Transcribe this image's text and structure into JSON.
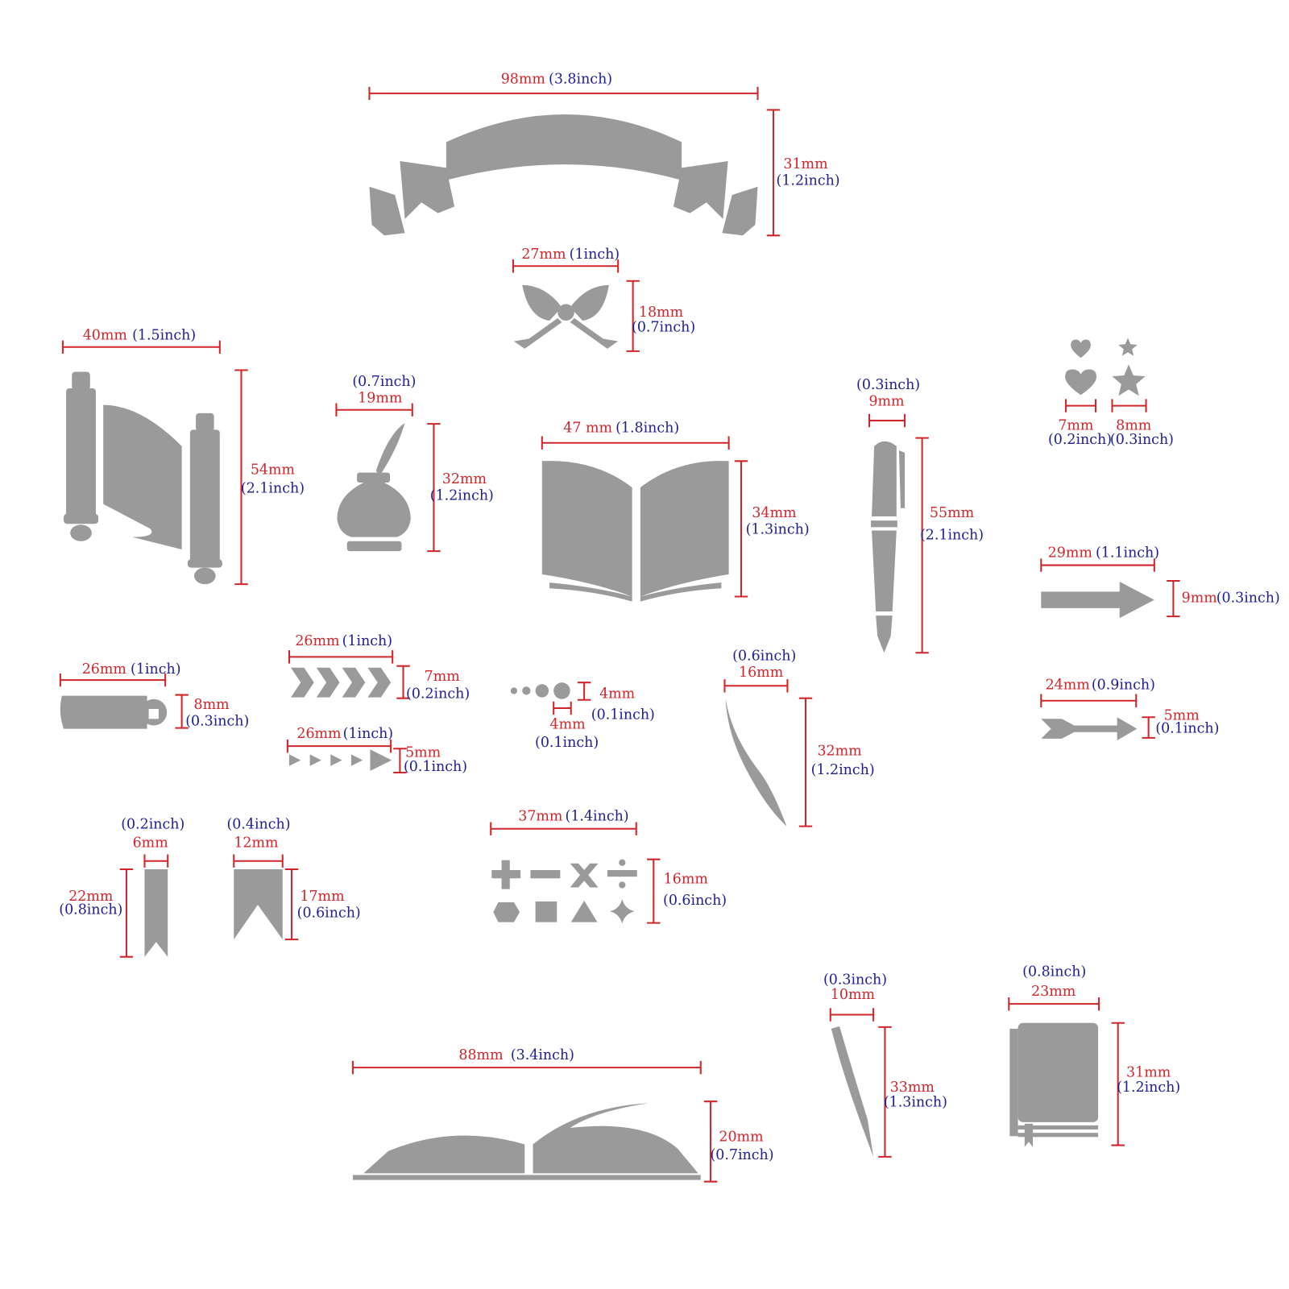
{
  "colors": {
    "mm": "#d0262b",
    "inch": "#1f1f8f",
    "shape": "#9a9a9a"
  },
  "items": {
    "banner": {
      "width": {
        "mm": "98mm",
        "inch": "(3.8inch)"
      },
      "height": {
        "mm": "31mm",
        "inch": "(1.2inch)"
      }
    },
    "bow": {
      "width": {
        "mm": "27mm",
        "inch": "(1inch)"
      },
      "height": {
        "mm": "18mm",
        "inch": "(0.7inch)"
      }
    },
    "scroll": {
      "width": {
        "mm": "40mm",
        "inch": "(1.5inch)"
      },
      "height": {
        "mm": "54mm",
        "inch": "(2.1inch)"
      }
    },
    "inkwell": {
      "width": {
        "mm": "19mm",
        "inch": "(0.7inch)"
      },
      "height": {
        "mm": "32mm",
        "inch": "(1.2inch)"
      }
    },
    "open_book": {
      "width": {
        "mm": "47 mm",
        "inch": "(1.8inch)"
      },
      "height": {
        "mm": "34mm",
        "inch": "(1.3inch)"
      }
    },
    "fountain_pen": {
      "width": {
        "mm": "9mm",
        "inch": "(0.3inch)"
      },
      "height": {
        "mm": "55mm",
        "inch": "(2.1inch)"
      }
    },
    "heart": {
      "width": {
        "mm": "7mm",
        "inch": "(0.2inch)"
      }
    },
    "star": {
      "width": {
        "mm": "8mm",
        "inch": "(0.3inch)"
      }
    },
    "big_arrow": {
      "width": {
        "mm": "29mm",
        "inch": "(1.1inch)"
      },
      "height": {
        "mm": "9mm",
        "inch": "(0.3inch)"
      }
    },
    "feather_arrow": {
      "width": {
        "mm": "24mm",
        "inch": "(0.9inch)"
      },
      "height": {
        "mm": "5mm",
        "inch": "(0.1inch)"
      }
    },
    "small_scroll": {
      "width": {
        "mm": "26mm",
        "inch": "(1inch)"
      },
      "height": {
        "mm": "8mm",
        "inch": "(0.3inch)"
      }
    },
    "chevrons": {
      "width": {
        "mm": "26mm",
        "inch": "(1inch)"
      },
      "height": {
        "mm": "7mm",
        "inch": "(0.2inch)"
      }
    },
    "triangles": {
      "width": {
        "mm": "26mm",
        "inch": "(1inch)"
      },
      "height": {
        "mm": "5mm",
        "inch": "(0.1inch)"
      }
    },
    "dots": {
      "width": {
        "mm": "4mm",
        "inch": "(0.1inch)"
      },
      "height": {
        "mm": "4mm",
        "inch": "(0.1inch)"
      }
    },
    "feather": {
      "width": {
        "mm": "16mm",
        "inch": "(0.6inch)"
      },
      "height": {
        "mm": "32mm",
        "inch": "(1.2inch)"
      }
    },
    "narrow_bookmark": {
      "width": {
        "mm": "6mm",
        "inch": "(0.2inch)"
      },
      "height": {
        "mm": "22mm",
        "inch": "(0.8inch)"
      }
    },
    "wide_bookmark": {
      "width": {
        "mm": "12mm",
        "inch": "(0.4inch)"
      },
      "height": {
        "mm": "17mm",
        "inch": "(0.6inch)"
      }
    },
    "math_symbols": {
      "width": {
        "mm": "37mm",
        "inch": "(1.4inch)"
      },
      "height": {
        "mm": "16mm",
        "inch": "(0.6inch)"
      }
    },
    "large_open_book": {
      "width": {
        "mm": "88mm",
        "inch": "(3.4inch)"
      },
      "height": {
        "mm": "20mm",
        "inch": "(0.7inch)"
      }
    },
    "pen": {
      "width": {
        "mm": "10mm",
        "inch": "(0.3inch)"
      },
      "height": {
        "mm": "33mm",
        "inch": "(1.3inch)"
      }
    },
    "notebook": {
      "width": {
        "mm": "23mm",
        "inch": "(0.8inch)"
      },
      "height": {
        "mm": "31mm",
        "inch": "(1.2inch)"
      }
    }
  }
}
